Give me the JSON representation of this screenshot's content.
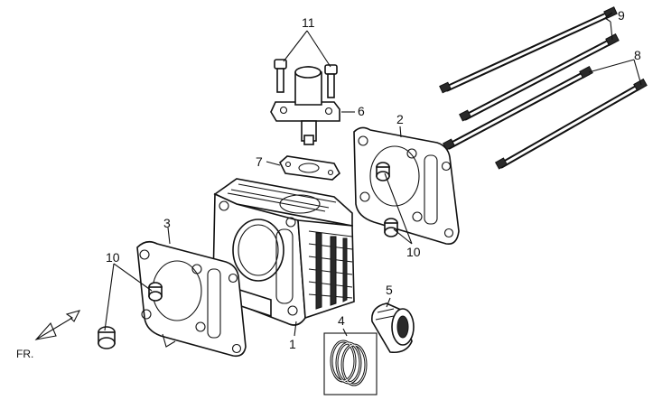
{
  "diagram": {
    "callouts": {
      "c1": "1",
      "c2": "2",
      "c3": "3",
      "c4": "4",
      "c5": "5",
      "c6": "6",
      "c7": "7",
      "c8": "8",
      "c9": "9",
      "c10a": "10",
      "c10b": "10",
      "c11": "11"
    },
    "direction_label": "FR."
  }
}
